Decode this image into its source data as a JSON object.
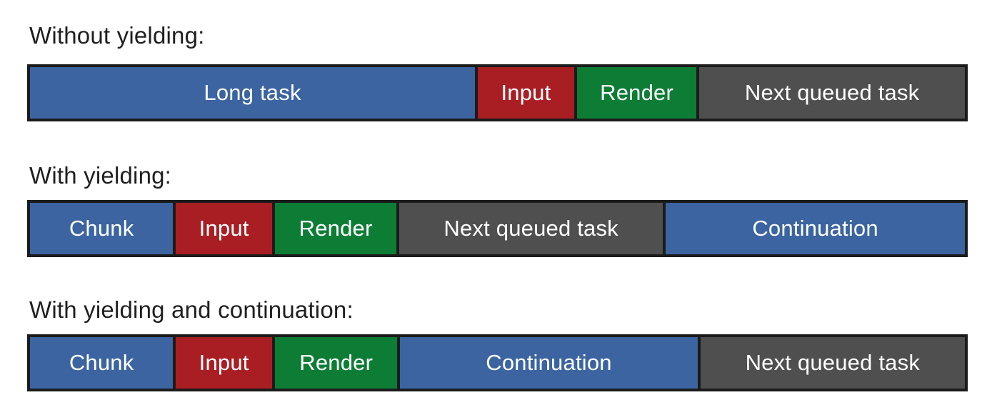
{
  "colors": {
    "task_blue": "#3b64a1",
    "input_red": "#a91e23",
    "render_green": "#0d7d35",
    "queued_gray": "#4f4f4f",
    "outline_dark": "#1b1b1b",
    "heading_text": "#1f1f1f",
    "segment_text": "#ffffff",
    "background": "#ffffff"
  },
  "rows": [
    {
      "heading": "Without yielding:",
      "segments": [
        {
          "label": "Long task",
          "color": "task_blue",
          "width_pct": 47.6
        },
        {
          "label": "Input",
          "color": "input_red",
          "width_pct": 10.6
        },
        {
          "label": "Render",
          "color": "render_green",
          "width_pct": 13.1
        },
        {
          "label": "Next queued task",
          "color": "queued_gray",
          "width_pct": 28.7
        }
      ]
    },
    {
      "heading": "With yielding:",
      "segments": [
        {
          "label": "Chunk",
          "color": "task_blue",
          "width_pct": 15.3
        },
        {
          "label": "Input",
          "color": "input_red",
          "width_pct": 10.6
        },
        {
          "label": "Render",
          "color": "render_green",
          "width_pct": 13.3
        },
        {
          "label": "Next queued task",
          "color": "queued_gray",
          "width_pct": 28.5
        },
        {
          "label": "Continuation",
          "color": "task_blue",
          "width_pct": 32.3
        }
      ]
    },
    {
      "heading": "With yielding and continuation:",
      "segments": [
        {
          "label": "Chunk",
          "color": "task_blue",
          "width_pct": 15.3
        },
        {
          "label": "Input",
          "color": "input_red",
          "width_pct": 10.6
        },
        {
          "label": "Render",
          "color": "render_green",
          "width_pct": 13.4
        },
        {
          "label": "Continuation",
          "color": "task_blue",
          "width_pct": 32.1
        },
        {
          "label": "Next queued task",
          "color": "queued_gray",
          "width_pct": 28.6
        }
      ]
    }
  ]
}
